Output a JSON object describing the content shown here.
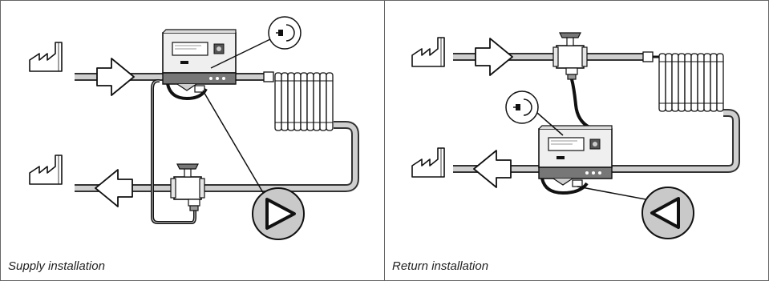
{
  "diagrams": [
    {
      "caption": "Supply installation",
      "flow_sign": "right-triangle"
    },
    {
      "caption": "Return installation",
      "flow_sign": "left-triangle"
    }
  ],
  "colors": {
    "stroke": "#111111",
    "pipe_fill": "#cfcfcf",
    "meter_body": "#efefef",
    "sign_fill": "#c9c9c9",
    "frame": "#666666"
  },
  "icons": {
    "factory": "factory-icon",
    "arrow_to_consumer": "flow-arrow-right-icon",
    "arrow_to_plant": "flow-arrow-left-icon",
    "meter": "heat-meter-icon",
    "radiator": "radiator-icon",
    "valve": "ball-valve-icon",
    "sensor": "sensor-plug-icon",
    "flow_sign": "flow-direction-sign-icon"
  }
}
